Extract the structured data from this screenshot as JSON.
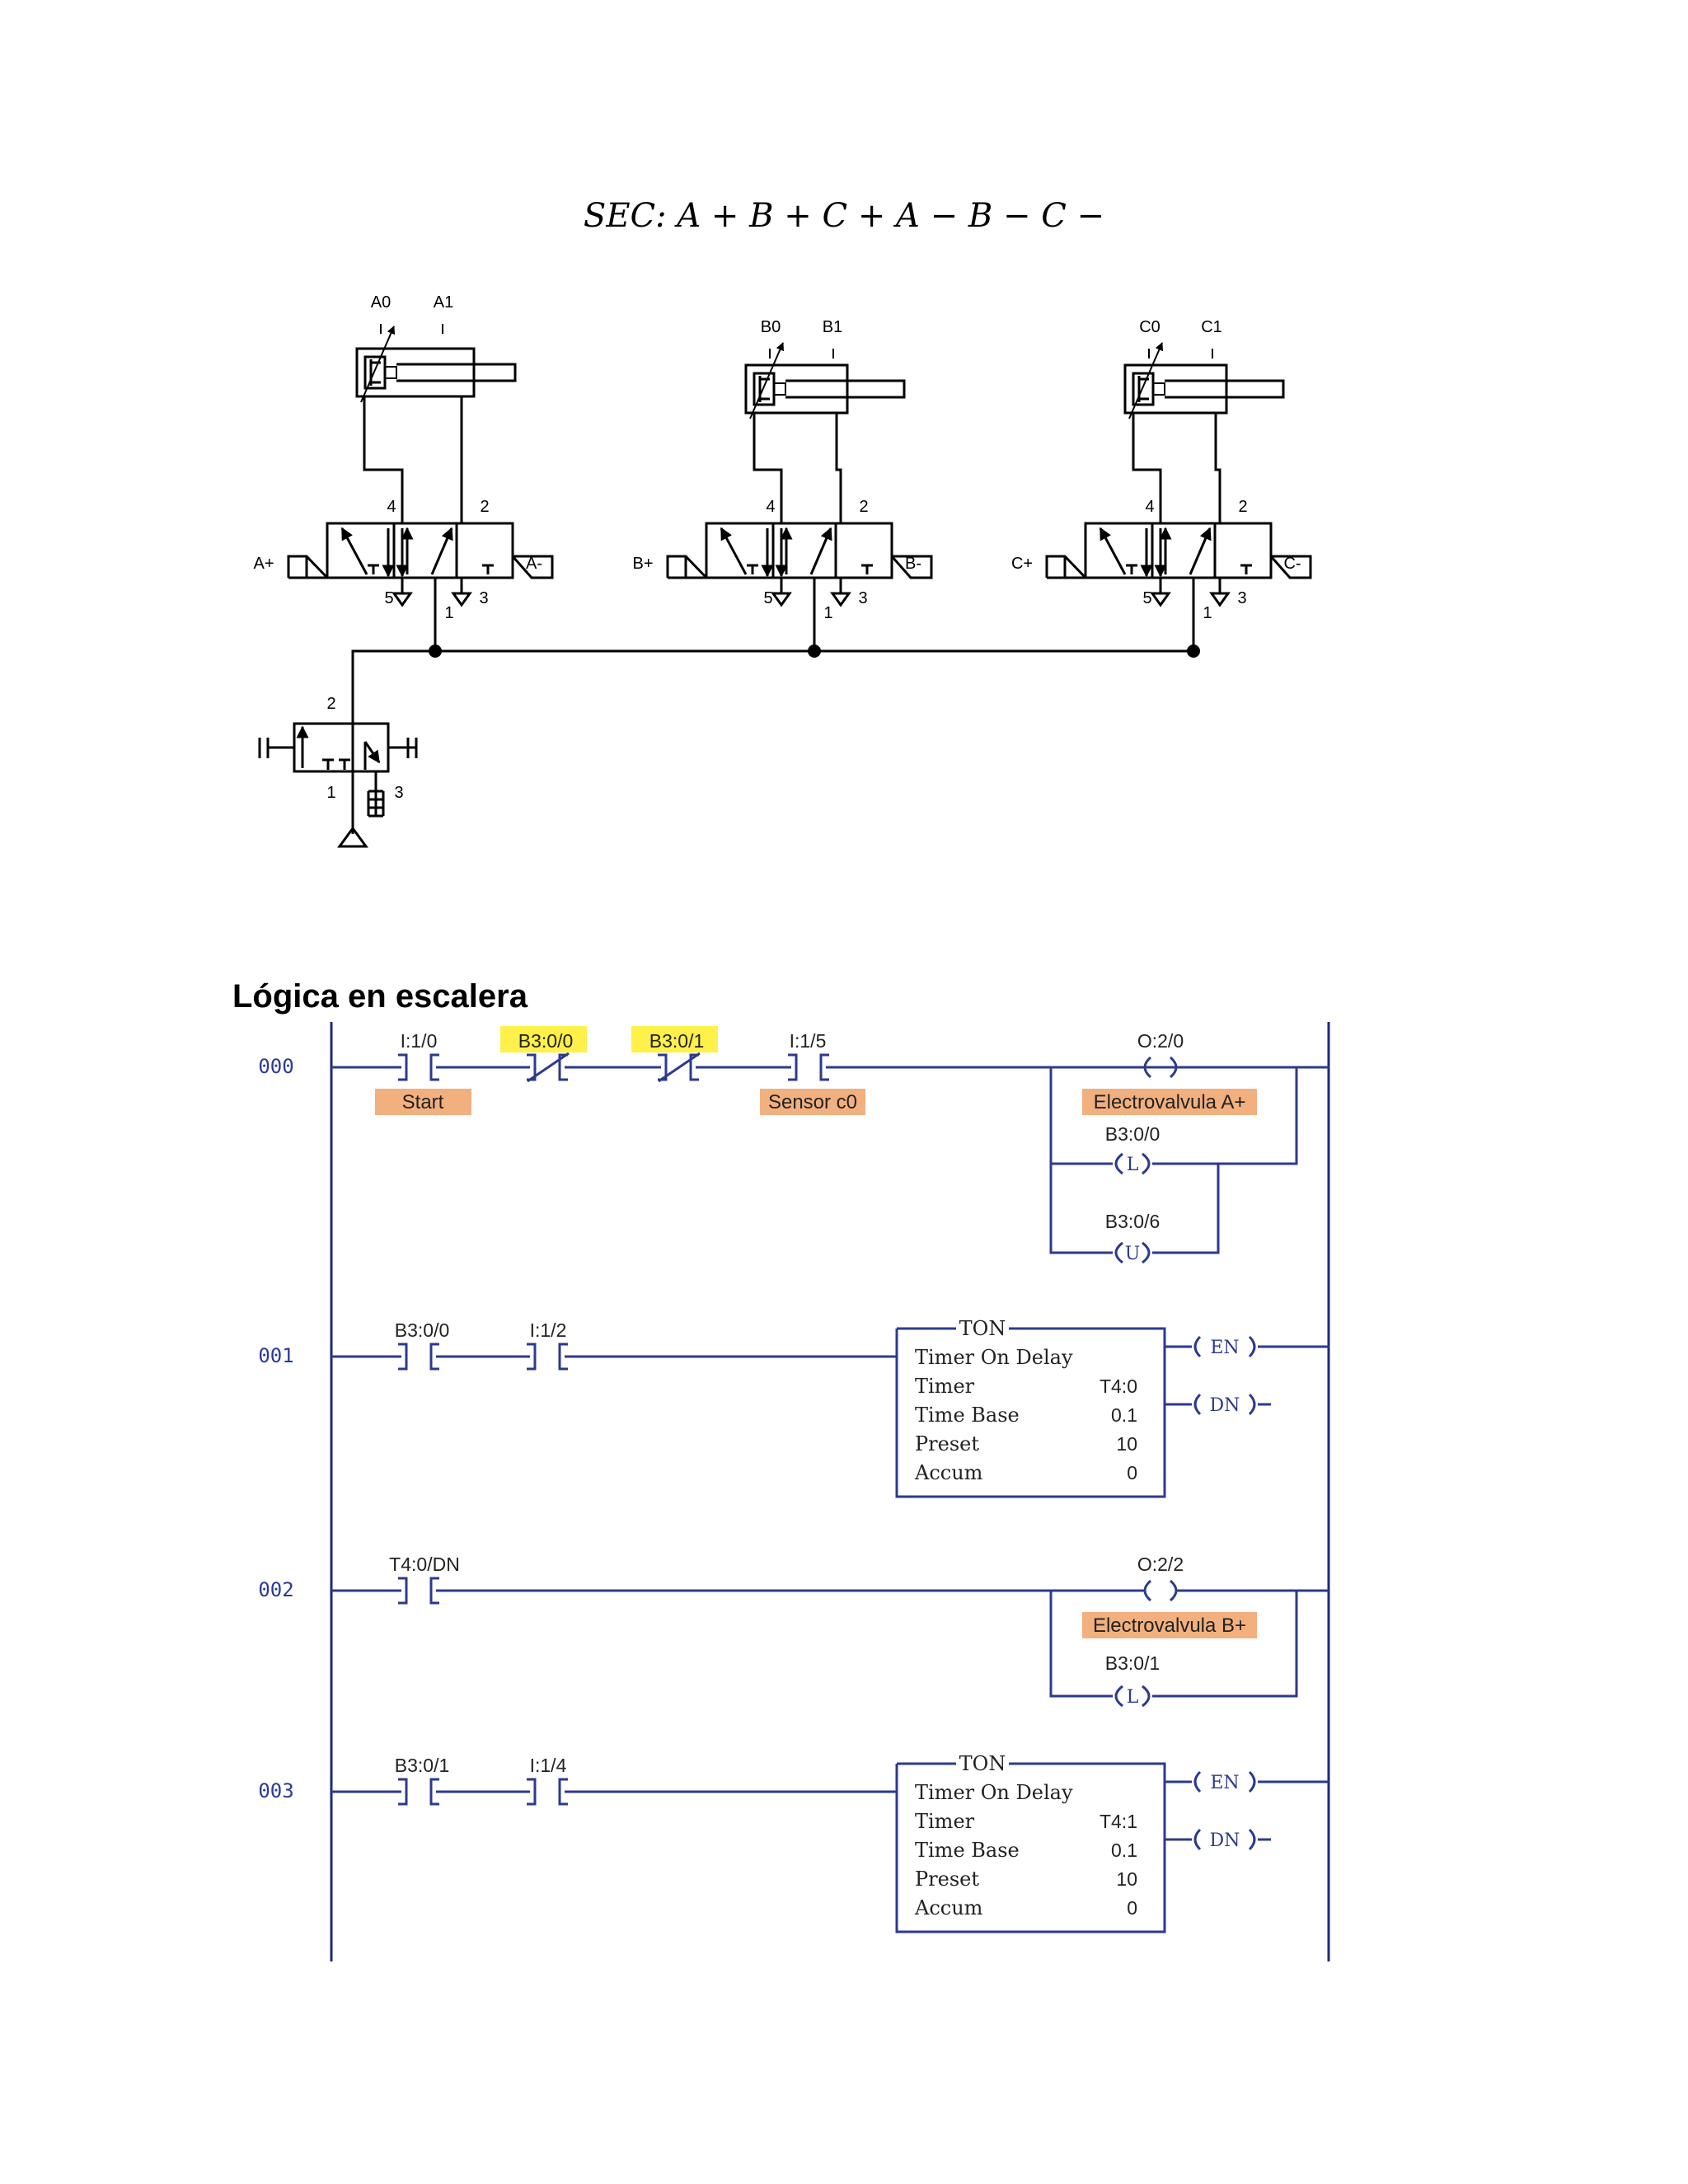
{
  "sequence": "SEC: A + B + C + A − B − C −",
  "pneumatic": {
    "cylinders": [
      {
        "id": "A",
        "sensors": [
          "A0",
          "A1"
        ],
        "valve_left": "A+",
        "valve_right": "A-"
      },
      {
        "id": "B",
        "sensors": [
          "B0",
          "B1"
        ],
        "valve_left": "B+",
        "valve_right": "B-"
      },
      {
        "id": "C",
        "sensors": [
          "C0",
          "C1"
        ],
        "valve_left": "C+",
        "valve_right": "C-"
      }
    ],
    "port_labels": {
      "p4": "4",
      "p2": "2",
      "p5": "5",
      "p3": "3",
      "p1": "1"
    },
    "supply_valve": {
      "p2": "2",
      "p1": "1",
      "p3": "3"
    }
  },
  "ladder": {
    "heading": "Lógica en escalera",
    "colors": {
      "highlight_yellow": "#fff04a",
      "tag_orange": "#f2b07f",
      "wire": "#2c3a8e",
      "rung_number": "#2b3a9a"
    },
    "rungs": [
      {
        "number": "000",
        "contacts": [
          {
            "address": "I:1/0",
            "type": "NO",
            "tag": "Start",
            "highlight": false
          },
          {
            "address": "B3:0/0",
            "type": "NC",
            "tag": "",
            "highlight": true
          },
          {
            "address": "B3:0/1",
            "type": "NC",
            "tag": "",
            "highlight": true
          },
          {
            "address": "I:1/5",
            "type": "NO",
            "tag": "Sensor c0",
            "highlight": false
          }
        ],
        "outputs": [
          {
            "address": "O:2/0",
            "type": "OTE",
            "symbol": "",
            "tag": "Electrovalvula A+"
          },
          {
            "address": "B3:0/0",
            "type": "OTL",
            "symbol": "L",
            "tag": ""
          },
          {
            "address": "B3:0/6",
            "type": "OTU",
            "symbol": "U",
            "tag": ""
          }
        ]
      },
      {
        "number": "001",
        "contacts": [
          {
            "address": "B3:0/0",
            "type": "NO"
          },
          {
            "address": "I:1/2",
            "type": "NO"
          }
        ],
        "timer": {
          "title": "TON",
          "name": "Timer On Delay",
          "timer_label": "Timer",
          "timer": "T4:0",
          "base_label": "Time Base",
          "base": "0.1",
          "preset_label": "Preset",
          "preset": "10",
          "accum_label": "Accum",
          "accum": "0",
          "en": "EN",
          "dn": "DN"
        }
      },
      {
        "number": "002",
        "contacts": [
          {
            "address": "T4:0/DN",
            "type": "NO"
          }
        ],
        "outputs": [
          {
            "address": "O:2/2",
            "type": "OTE",
            "symbol": "",
            "tag": "Electrovalvula B+"
          },
          {
            "address": "B3:0/1",
            "type": "OTL",
            "symbol": "L",
            "tag": ""
          }
        ]
      },
      {
        "number": "003",
        "contacts": [
          {
            "address": "B3:0/1",
            "type": "NO"
          },
          {
            "address": "I:1/4",
            "type": "NO"
          }
        ],
        "timer": {
          "title": "TON",
          "name": "Timer On Delay",
          "timer_label": "Timer",
          "timer": "T4:1",
          "base_label": "Time Base",
          "base": "0.1",
          "preset_label": "Preset",
          "preset": "10",
          "accum_label": "Accum",
          "accum": "0",
          "en": "EN",
          "dn": "DN"
        }
      }
    ]
  }
}
